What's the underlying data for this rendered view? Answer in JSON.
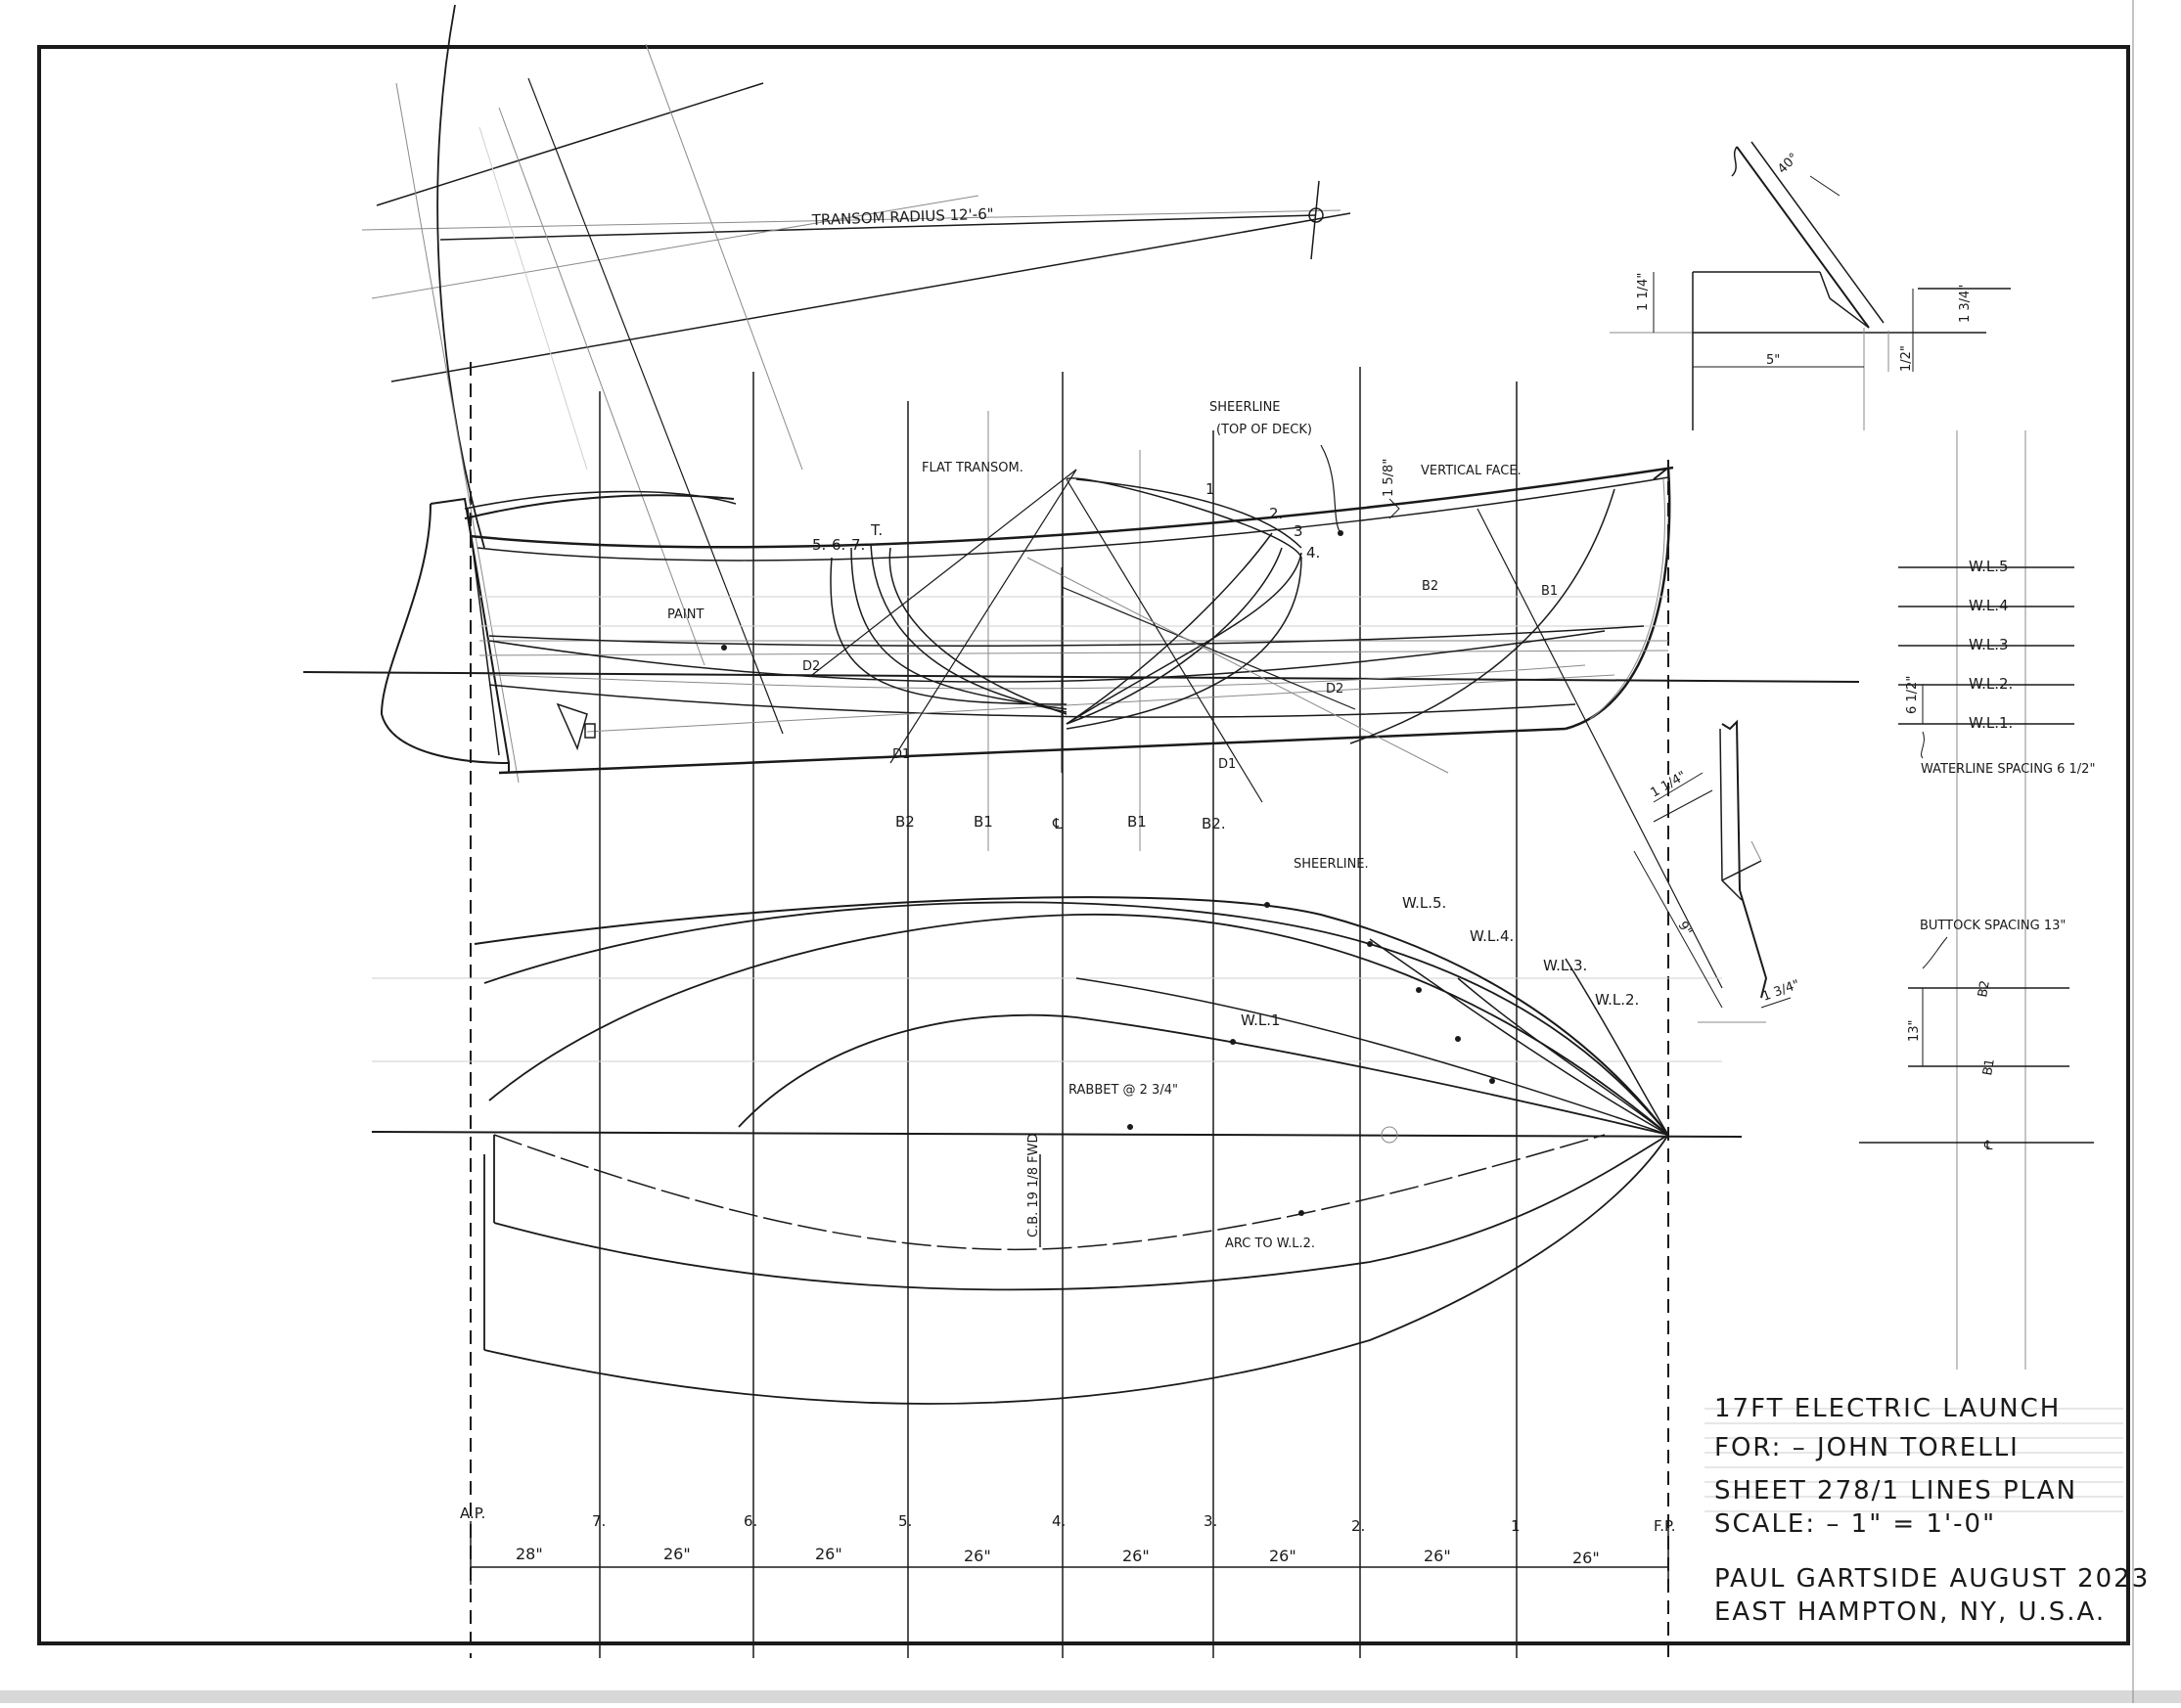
{
  "title_block": {
    "title": "17FT ELECTRIC LAUNCH",
    "for_line": "FOR: – JOHN TORELLI",
    "sheet": "SHEET 278/1 LINES PLAN",
    "scale": "SCALE: – 1\" = 1'-0\"",
    "designer": "PAUL GARTSIDE  AUGUST 2023",
    "location": "EAST HAMPTON, NY,  U.S.A."
  },
  "annotations": {
    "transom_radius": "TRANSOM RADIUS 12'-6\"",
    "sheerline_top": "SHEERLINE",
    "top_of_deck": "(TOP OF DECK)",
    "flat_transom": "FLAT TRANSOM.",
    "vertical_face": "VERTICAL FACE.",
    "paint": "PAINT",
    "sheerline_plan": "SHEERLINE.",
    "rabbet": "RABBET @ 2 3/4\"",
    "arc_to_wl2": "ARC TO W.L.2.",
    "centerline_note": "C.B. 19 1/8 FWD",
    "waterline_spacing": "WATERLINE SPACING 6 1/2\"",
    "buttock_spacing": "BUTTOCK SPACING 13\"",
    "diag_d1": "D1",
    "diag_d2": "D2",
    "diag_d2b": "D2",
    "diag_d1b": "D1",
    "bx1": "B1",
    "bx2": "B2"
  },
  "profile_station_marks": [
    "5.",
    "6.",
    "7.",
    "T.",
    "1",
    "2.",
    "3",
    "4."
  ],
  "buttock_labels": [
    "B2",
    "B1",
    "℄",
    "B1",
    "B2."
  ],
  "plan_waterlines": [
    "W.L.5.",
    "W.L.4.",
    "W.L.3.",
    "W.L.2.",
    "W.L.1"
  ],
  "waterline_labels": [
    "W.L.5",
    "W.L.4",
    "W.L.3",
    "W.L.2.",
    "W.L.1."
  ],
  "buttock_section_labels": [
    "B2",
    "B1",
    "℄"
  ],
  "stations": [
    "A.P.",
    "7.",
    "6.",
    "5.",
    "4.",
    "3.",
    "2.",
    "1",
    "F.P."
  ],
  "spacings": [
    "28\"",
    "26\"",
    "26\"",
    "26\"",
    "26\"",
    "26\"",
    "26\"",
    "26\""
  ],
  "detail_dims": {
    "angle": "40°",
    "height_a": "1 1/4\"",
    "width": "5\"",
    "height_b": "1 3/4\"",
    "small": "1/2\"",
    "wl_spacing_dim": "6 1/2\"",
    "stem_width": "1 1/4\"",
    "stem_length": "9\"",
    "stem_base": "1 3/4\"",
    "buttock_dim": "13\"",
    "bow_dim": "1 5/8\""
  }
}
